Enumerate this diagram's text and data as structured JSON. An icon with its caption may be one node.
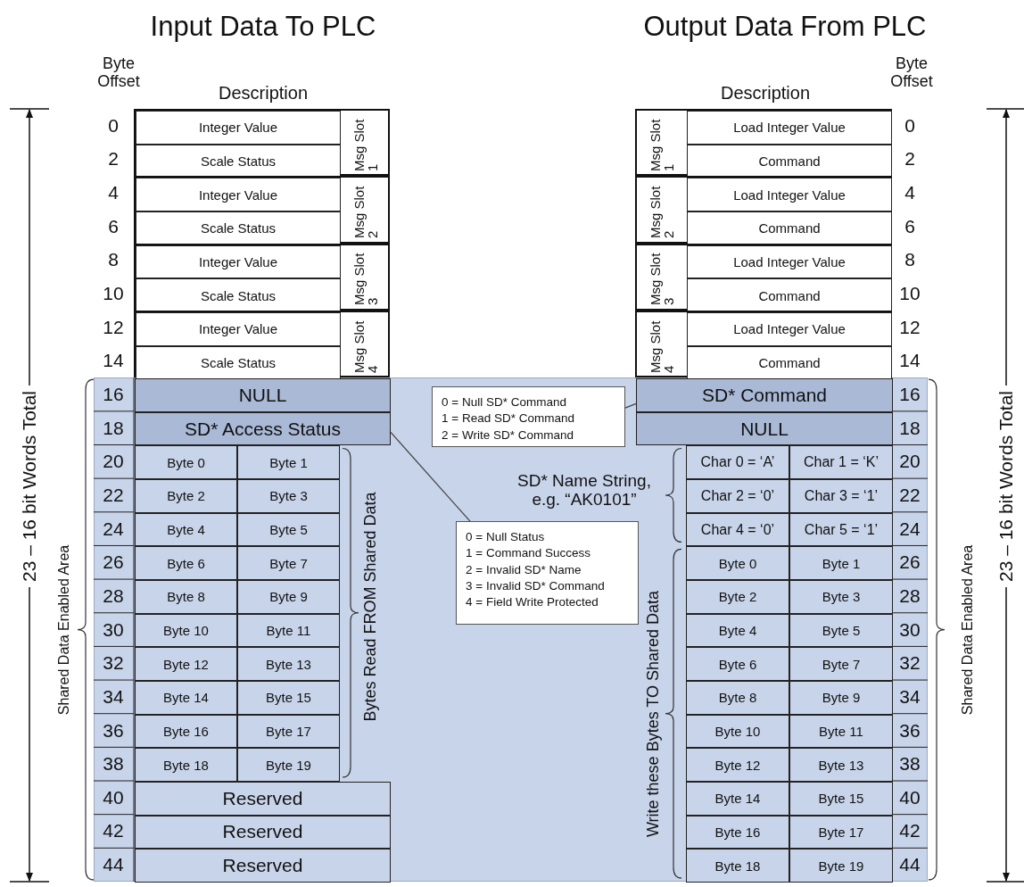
{
  "diagram": {
    "nodes": [
      {
        "text": [],
        "shape": "band"
      },
      {
        "text": [
          "Msg Slot 1"
        ]
      },
      {
        "text": [
          "Integer Value"
        ],
        "in": 1
      },
      {
        "text": [
          "Scale Status"
        ],
        "in": 1
      },
      {
        "text": [
          "Msg Slot 2"
        ]
      },
      {
        "text": [
          "Integer Value"
        ],
        "in": 4
      },
      {
        "text": [
          "Scale Status"
        ],
        "in": 4
      },
      {
        "text": [
          "Msg Slot 3"
        ]
      },
      {
        "text": [
          "Integer Value"
        ],
        "in": 7
      },
      {
        "text": [
          "Scale Status"
        ],
        "in": 7
      },
      {
        "text": [
          "Msg Slot 4"
        ]
      },
      {
        "text": [
          "Integer Value"
        ],
        "in": 10
      },
      {
        "text": [
          "Scale Status"
        ],
        "in": 10
      },
      {
        "text": [
          "NULL"
        ],
        "in": 0
      },
      {
        "text": [
          "SD* Access Status"
        ],
        "in": 0
      },
      {
        "text": [
          "Byte 0"
        ],
        "in": 0
      },
      {
        "text": [
          "Byte 1"
        ],
        "in": 0
      },
      {
        "text": [
          "Byte 2"
        ],
        "in": 0
      },
      {
        "text": [
          "Byte 3"
        ],
        "in": 0
      },
      {
        "text": [
          "Byte 4"
        ],
        "in": 0
      },
      {
        "text": [
          "Byte 5"
        ],
        "in": 0
      },
      {
        "text": [
          "Byte 6"
        ],
        "in": 0
      },
      {
        "text": [
          "Byte 7"
        ],
        "in": 0
      },
      {
        "text": [
          "Byte 8"
        ],
        "in": 0
      },
      {
        "text": [
          "Byte 9"
        ],
        "in": 0
      },
      {
        "text": [
          "Byte 10"
        ],
        "in": 0
      },
      {
        "text": [
          "Byte 11"
        ],
        "in": 0
      },
      {
        "text": [
          "Byte 12"
        ],
        "in": 0
      },
      {
        "text": [
          "Byte 13"
        ],
        "in": 0
      },
      {
        "text": [
          "Byte 14"
        ],
        "in": 0
      },
      {
        "text": [
          "Byte 15"
        ],
        "in": 0
      },
      {
        "text": [
          "Byte 16"
        ],
        "in": 0
      },
      {
        "text": [
          "Byte 17"
        ],
        "in": 0
      },
      {
        "text": [
          "Byte 18"
        ],
        "in": 0
      },
      {
        "text": [
          "Byte 19"
        ],
        "in": 0
      },
      {
        "text": [
          "Reserved"
        ],
        "in": 0
      },
      {
        "text": [
          "Reserved"
        ],
        "in": 0
      },
      {
        "text": [
          "Reserved"
        ],
        "in": 0
      },
      {
        "text": [
          "Msg Slot 1"
        ]
      },
      {
        "text": [
          "Load Integer Value"
        ],
        "in": 38
      },
      {
        "text": [
          "Command"
        ],
        "in": 38
      },
      {
        "text": [
          "Msg Slot 2"
        ]
      },
      {
        "text": [
          "Load Integer Value"
        ],
        "in": 41
      },
      {
        "text": [
          "Command"
        ],
        "in": 41
      },
      {
        "text": [
          "Msg Slot 3"
        ]
      },
      {
        "text": [
          "Load Integer Value"
        ],
        "in": 44
      },
      {
        "text": [
          "Command"
        ],
        "in": 44
      },
      {
        "text": [
          "Msg Slot 4"
        ]
      },
      {
        "text": [
          "Load Integer Value"
        ],
        "in": 47
      },
      {
        "text": [
          "Command"
        ],
        "in": 47
      },
      {
        "text": [
          "SD* Command"
        ],
        "in": 0
      },
      {
        "text": [
          "NULL"
        ],
        "in": 0
      },
      {
        "text": [
          "Char 0 = ‘A’"
        ],
        "in": 0
      },
      {
        "text": [
          "Char 1 = ‘K’"
        ],
        "in": 0
      },
      {
        "text": [
          "Char 2 = ‘0’"
        ],
        "in": 0
      },
      {
        "text": [
          "Char 3 = ‘1’"
        ],
        "in": 0
      },
      {
        "text": [
          "Char 4 = ‘0’"
        ],
        "in": 0
      },
      {
        "text": [
          "Char 5 = ‘1’"
        ],
        "in": 0
      },
      {
        "text": [
          "Byte 0"
        ],
        "in": 0
      },
      {
        "text": [
          "Byte 1"
        ],
        "in": 0
      },
      {
        "text": [
          "Byte 2"
        ],
        "in": 0
      },
      {
        "text": [
          "Byte 3"
        ],
        "in": 0
      },
      {
        "text": [
          "Byte 4"
        ],
        "in": 0
      },
      {
        "text": [
          "Byte 5"
        ],
        "in": 0
      },
      {
        "text": [
          "Byte 6"
        ],
        "in": 0
      },
      {
        "text": [
          "Byte 7"
        ],
        "in": 0
      },
      {
        "text": [
          "Byte 8"
        ],
        "in": 0
      },
      {
        "text": [
          "Byte 9"
        ],
        "in": 0
      },
      {
        "text": [
          "Byte 10"
        ],
        "in": 0
      },
      {
        "text": [
          "Byte 11"
        ],
        "in": 0
      },
      {
        "text": [
          "Byte 12"
        ],
        "in": 0
      },
      {
        "text": [
          "Byte 13"
        ],
        "in": 0
      },
      {
        "text": [
          "Byte 14"
        ],
        "in": 0
      },
      {
        "text": [
          "Byte 15"
        ],
        "in": 0
      },
      {
        "text": [
          "Byte 16"
        ],
        "in": 0
      },
      {
        "text": [
          "Byte 17"
        ],
        "in": 0
      },
      {
        "text": [
          "Byte 18"
        ],
        "in": 0
      },
      {
        "text": [
          "Byte 19"
        ],
        "in": 0
      },
      {
        "text": [
          "0 = Null SD* Command",
          "1 = Read SD* Command",
          "2 = Write SD* Command"
        ],
        "in": 0
      },
      {
        "text": [
          "0 = Null Status",
          "1 = Command Success",
          "2 = Invalid SD* Name",
          "3 = Invalid SD* Command",
          "4 = Field Write Protected"
        ],
        "in": 0
      }
    ],
    "edges": [
      {
        "from": 78,
        "to": 50,
        "arrow": "none"
      },
      {
        "from": 79,
        "to": 14,
        "arrow": "none"
      }
    ],
    "labels": [
      "Input Data To PLC",
      "Output Data From PLC",
      "Byte Offset",
      "Description",
      "Description",
      "Byte Offset",
      "0",
      "2",
      "4",
      "6",
      "8",
      "10",
      "12",
      "14",
      "16",
      "18",
      "20",
      "22",
      "24",
      "26",
      "28",
      "30",
      "32",
      "34",
      "36",
      "38",
      "40",
      "42",
      "44",
      "0",
      "2",
      "4",
      "6",
      "8",
      "10",
      "12",
      "14",
      "16",
      "18",
      "20",
      "22",
      "24",
      "26",
      "28",
      "30",
      "32",
      "34",
      "36",
      "38",
      "40",
      "42",
      "44",
      "23 – 16 bit Words Total",
      "Shared Data Enabled Area",
      "Bytes Read FROM Shared Data",
      "SD* Name String, e.g. “AK0101”",
      "Write these Bytes TO Shared Data",
      "Shared Data Enabled Area",
      "23 – 16 bit Words Total"
    ]
  }
}
